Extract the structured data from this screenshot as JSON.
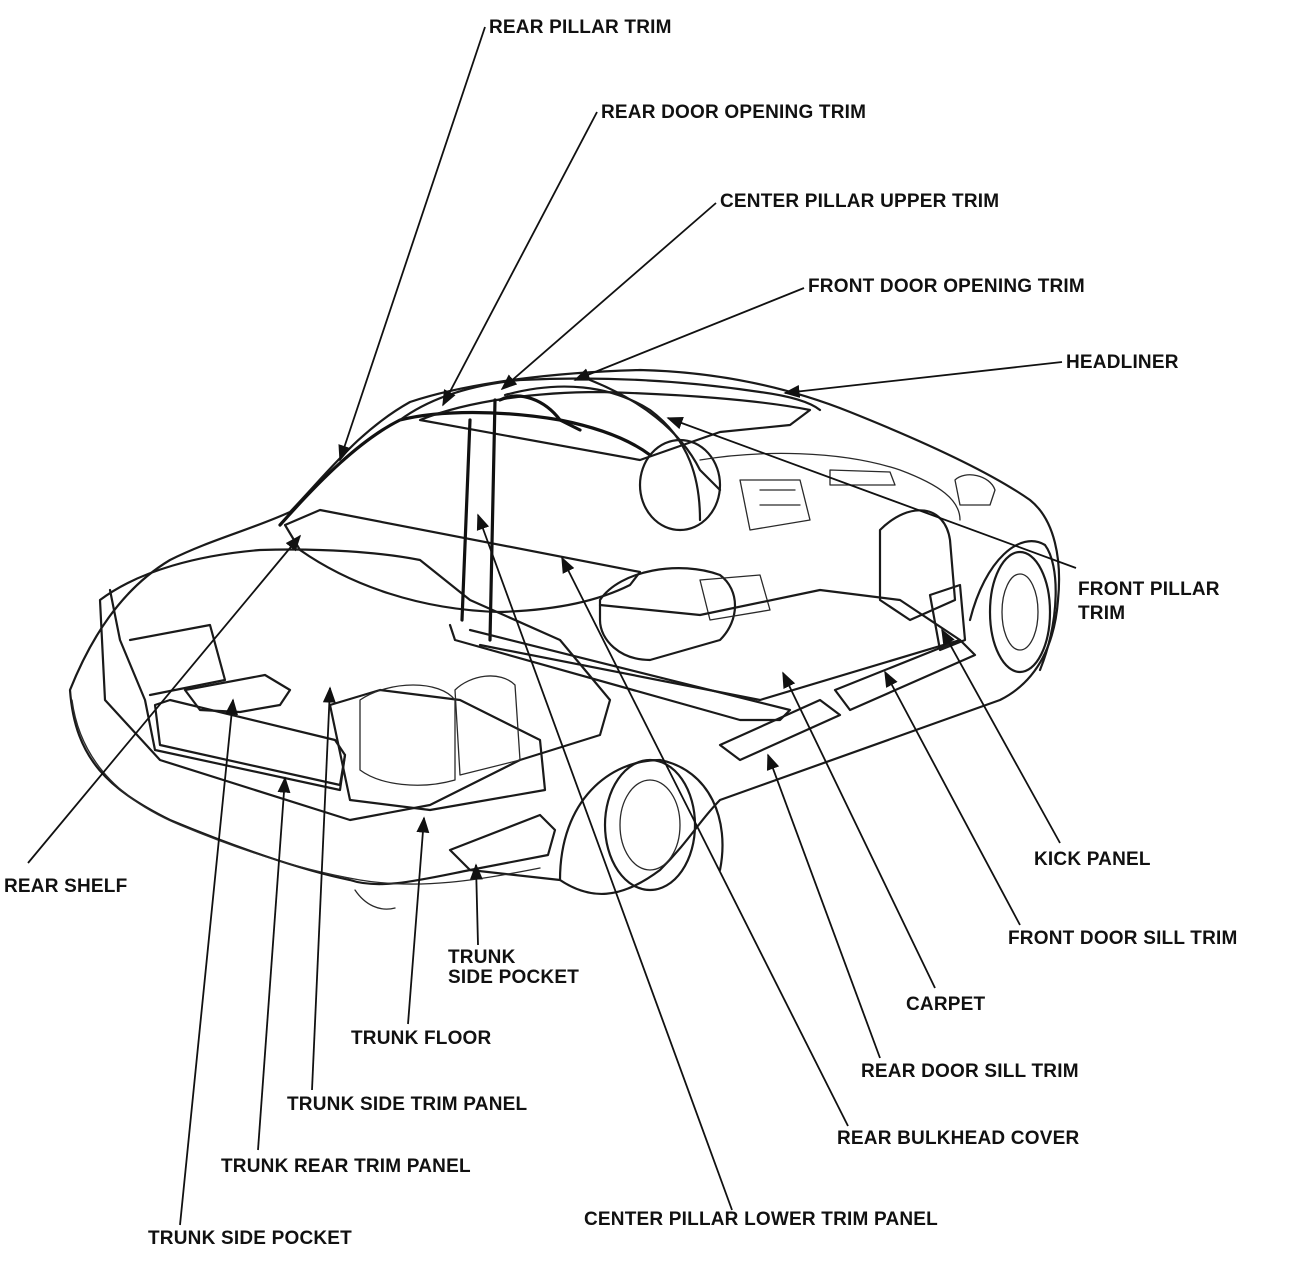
{
  "labels": {
    "rear_pillar_trim": "REAR PILLAR TRIM",
    "rear_door_opening_trim": "REAR DOOR OPENING TRIM",
    "center_pillar_upper_trim": "CENTER PILLAR UPPER TRIM",
    "front_door_opening_trim": "FRONT DOOR OPENING TRIM",
    "headliner": "HEADLINER",
    "front_pillar_trim_line1": "FRONT PILLAR",
    "front_pillar_trim_line2": "TRIM",
    "kick_panel": "KICK PANEL",
    "front_door_sill_trim": "FRONT DOOR SILL TRIM",
    "carpet": "CARPET",
    "rear_door_sill_trim": "REAR DOOR SILL TRIM",
    "rear_bulkhead_cover": "REAR BULKHEAD COVER",
    "center_pillar_lower_trim_panel": "CENTER PILLAR LOWER TRIM PANEL",
    "trunk_side_pocket_bottom": "TRUNK SIDE POCKET",
    "trunk_rear_trim_panel": "TRUNK REAR TRIM PANEL",
    "trunk_side_trim_panel": "TRUNK SIDE TRIM PANEL",
    "trunk_floor": "TRUNK FLOOR",
    "trunk_side_pocket_right_line1": "TRUNK",
    "trunk_side_pocket_right_line2": "SIDE POCKET",
    "rear_shelf": "REAR SHELF"
  },
  "colors": {
    "line": "#111111",
    "background": "#ffffff"
  }
}
